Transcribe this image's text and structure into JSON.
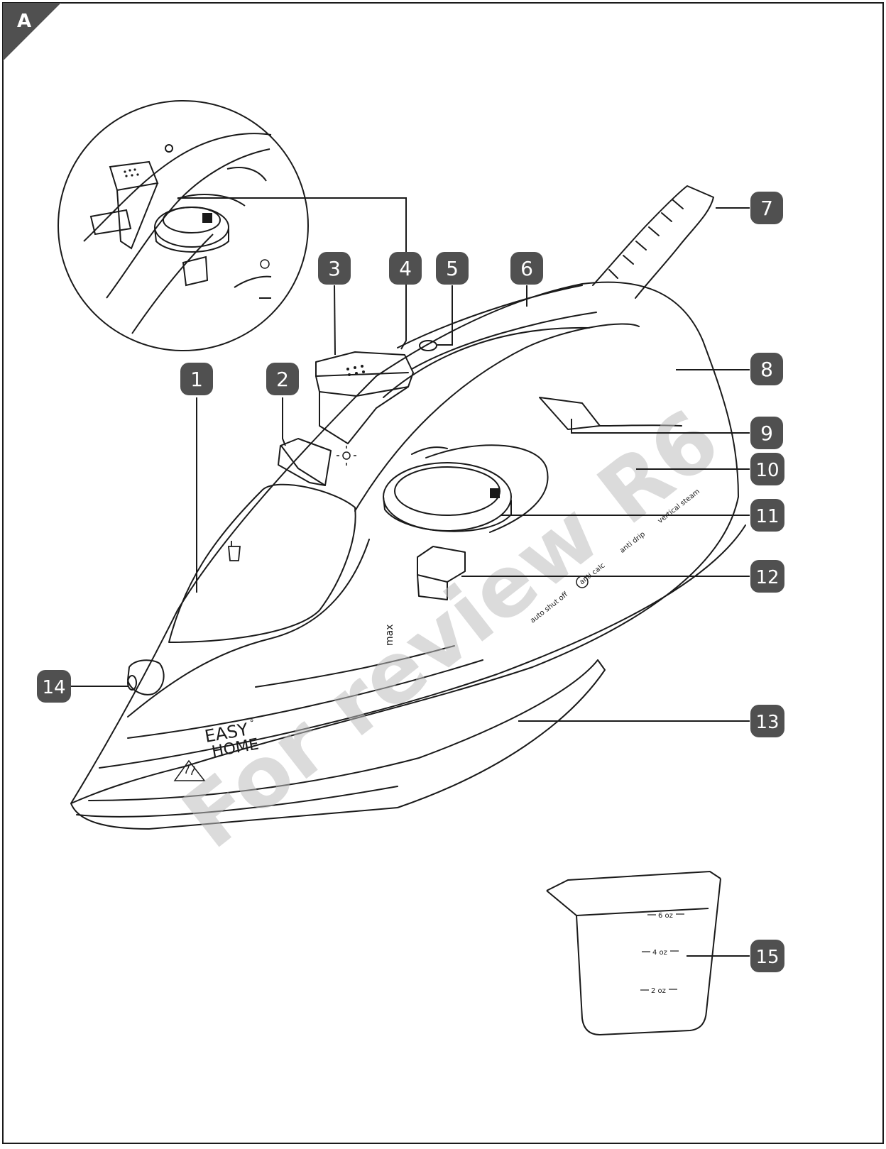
{
  "section_letter": "A",
  "callouts": [
    "1",
    "2",
    "3",
    "4",
    "5",
    "6",
    "7",
    "8",
    "9",
    "10",
    "11",
    "12",
    "13",
    "14",
    "15"
  ],
  "brand": {
    "line1": "EASY",
    "mark": "°",
    "line2": "HOME"
  },
  "watermark": "For review R6",
  "iron_labels": {
    "max": "max",
    "auto_shut_off": "auto shut off",
    "anti_calc": "anti calc",
    "anti_drip": "anti drip",
    "vertical_steam": "vertical steam"
  },
  "cup_labels": {
    "mark_6": "6 oz",
    "mark_4": "4 oz",
    "mark_2": "2 oz"
  },
  "colors": {
    "line": "#1a1a1a",
    "badge": "#505050",
    "badge_text": "#ffffff",
    "watermark": "#bdbdbd"
  },
  "icons": [
    "mist-spray-icon",
    "steam-burst-icon",
    "water-drop-icon",
    "hot-surface-warning-icon",
    "shut-off-clock-icon"
  ]
}
